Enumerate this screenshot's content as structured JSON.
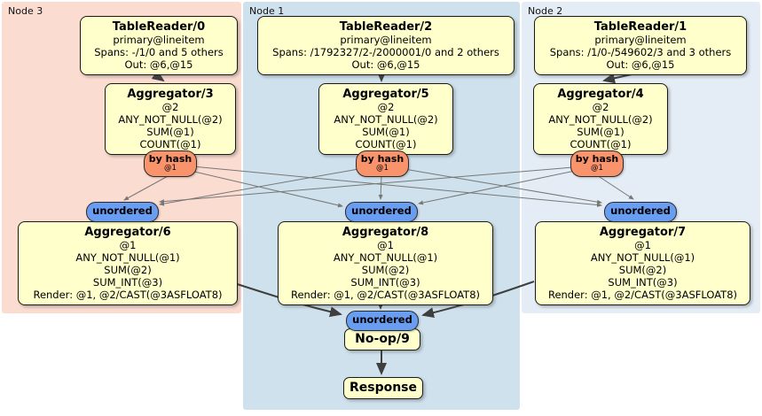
{
  "regions": [
    {
      "label": "Node 3"
    },
    {
      "label": "Node 1"
    },
    {
      "label": "Node 2"
    }
  ],
  "processors": {
    "tr0": {
      "title": "TableReader/0",
      "lines": [
        "primary@lineitem",
        "Spans: -/1/0 and 5 others",
        "Out: @6,@15"
      ]
    },
    "tr2": {
      "title": "TableReader/2",
      "lines": [
        "primary@lineitem",
        "Spans: /1792327/2-/2000001/0 and 2 others",
        "Out: @6,@15"
      ]
    },
    "tr1": {
      "title": "TableReader/1",
      "lines": [
        "primary@lineitem",
        "Spans: /1/0-/549602/3 and 3 others",
        "Out: @6,@15"
      ]
    },
    "agg3": {
      "title": "Aggregator/3",
      "lines": [
        "@2",
        "ANY_NOT_NULL(@2)",
        "SUM(@1)",
        "COUNT(@1)"
      ]
    },
    "agg5": {
      "title": "Aggregator/5",
      "lines": [
        "@2",
        "ANY_NOT_NULL(@2)",
        "SUM(@1)",
        "COUNT(@1)"
      ]
    },
    "agg4": {
      "title": "Aggregator/4",
      "lines": [
        "@2",
        "ANY_NOT_NULL(@2)",
        "SUM(@1)",
        "COUNT(@1)"
      ]
    },
    "agg6": {
      "title": "Aggregator/6",
      "lines": [
        "@1",
        "ANY_NOT_NULL(@1)",
        "SUM(@2)",
        "SUM_INT(@3)",
        "Render: @1, @2/CAST(@3ASFLOAT8)"
      ]
    },
    "agg8": {
      "title": "Aggregator/8",
      "lines": [
        "@1",
        "ANY_NOT_NULL(@1)",
        "SUM(@2)",
        "SUM_INT(@3)",
        "Render: @1, @2/CAST(@3ASFLOAT8)"
      ]
    },
    "agg7": {
      "title": "Aggregator/7",
      "lines": [
        "@1",
        "ANY_NOT_NULL(@1)",
        "SUM(@2)",
        "SUM_INT(@3)",
        "Render: @1, @2/CAST(@3ASFLOAT8)"
      ]
    },
    "noop": {
      "title": "No-op/9"
    },
    "response": {
      "title": "Response"
    }
  },
  "routers": {
    "by_hash": {
      "label": "by hash",
      "key": "@1"
    },
    "unordered_label": "unordered"
  },
  "colors": {
    "node3_bg": "#fbdcd0",
    "node1_bg": "#cfe1ec",
    "node2_bg": "#e4edf6",
    "processor_fill": "#ffffcc",
    "router_fill": "#f9936b",
    "sync_fill": "#699df1"
  }
}
